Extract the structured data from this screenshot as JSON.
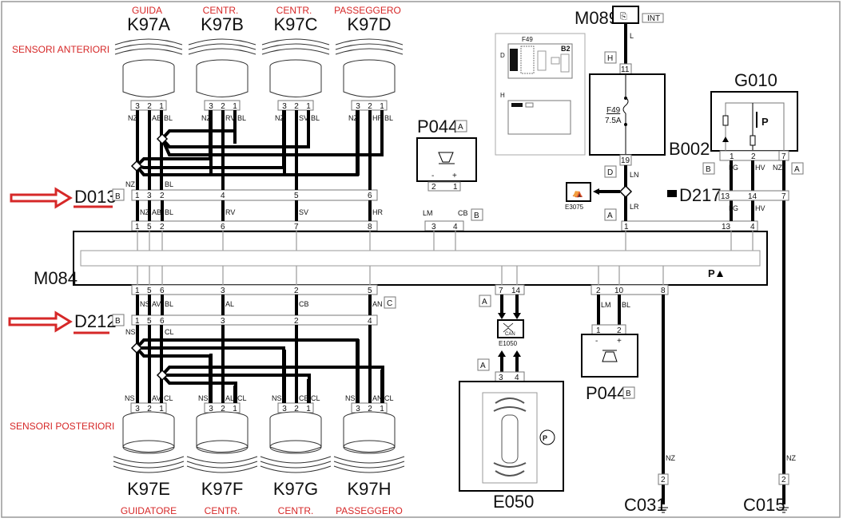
{
  "diagram": {
    "labels": {
      "front_sensors": "SENSORI ANTERIORI",
      "rear_sensors": "SENSORI POSTERIORI",
      "control_unit": "M084",
      "ground_1": "C031",
      "ground_2": "C015"
    },
    "colors": {
      "annotation_red": "#d62828",
      "wire": "#000000",
      "frame": "#999999"
    },
    "front_sensors": [
      {
        "id": "K97A",
        "pos": "GUIDA",
        "pins": [
          "3",
          "2",
          "1"
        ],
        "wires": [
          "NZ",
          "AB",
          "BL"
        ]
      },
      {
        "id": "K97B",
        "pos": "CENTR.",
        "pins": [
          "3",
          "2",
          "1"
        ],
        "wires": [
          "NZ",
          "RV",
          "BL"
        ]
      },
      {
        "id": "K97C",
        "pos": "CENTR.",
        "pins": [
          "3",
          "2",
          "1"
        ],
        "wires": [
          "NZ",
          "SV",
          "BL"
        ]
      },
      {
        "id": "K97D",
        "pos": "PASSEGGERO",
        "pins": [
          "3",
          "2",
          "1"
        ],
        "wires": [
          "NZ",
          "HR",
          "BL"
        ]
      }
    ],
    "rear_sensors": [
      {
        "id": "K97E",
        "pos": "GUIDATORE",
        "pins": [
          "3",
          "2",
          "1"
        ],
        "wires": [
          "NS",
          "AV",
          "CL"
        ]
      },
      {
        "id": "K97F",
        "pos": "CENTR.",
        "pins": [
          "3",
          "2",
          "1"
        ],
        "wires": [
          "NS",
          "AL",
          "CL"
        ]
      },
      {
        "id": "K97G",
        "pos": "CENTR.",
        "pins": [
          "3",
          "2",
          "1"
        ],
        "wires": [
          "NS",
          "CB",
          "CL"
        ]
      },
      {
        "id": "K97H",
        "pos": "PASSEGGERO",
        "pins": [
          "3",
          "2",
          "1"
        ],
        "wires": [
          "NS",
          "AN",
          "CL"
        ]
      }
    ],
    "connectors": {
      "d013": {
        "id": "D013",
        "tag": "B",
        "pins": [
          "1",
          "3",
          "2",
          "4",
          "5",
          "6"
        ],
        "wires_above": [
          "NZ",
          "BL"
        ],
        "wires_below": [
          "NZ",
          "AB",
          "BL",
          "RV",
          "SV",
          "HR"
        ]
      },
      "m084_top": {
        "pins": [
          "1",
          "5",
          "2",
          "6",
          "7",
          "8",
          "3",
          "4",
          "1",
          "13",
          "4"
        ]
      },
      "m084_bottom": {
        "pins": [
          "1",
          "5",
          "6",
          "3",
          "2",
          "5",
          "7",
          "14",
          "2",
          "10",
          "8"
        ],
        "tag": "C",
        "wires": [
          "NS",
          "AV",
          "BL",
          "AL",
          "CB",
          "AN"
        ]
      },
      "d212": {
        "id": "D212",
        "tag": "B",
        "pins": [
          "1",
          "5",
          "6",
          "3",
          "2",
          "4"
        ],
        "wires": [
          "NS",
          "CL"
        ]
      },
      "d217": {
        "id": "D217",
        "pins": [
          "13",
          "14",
          "7"
        ],
        "wires": [
          "LG",
          "HV"
        ]
      }
    },
    "p044a": {
      "id": "P044",
      "tag": "A",
      "pins": [
        "2",
        "1"
      ],
      "signs": [
        "-",
        "+"
      ],
      "wires": [
        "LM",
        "CB"
      ],
      "tag2": "B"
    },
    "p044b": {
      "id": "P044",
      "tag": "B",
      "pins": [
        "1",
        "2"
      ],
      "signs": [
        "-",
        "+"
      ],
      "wires": [
        "LM",
        "BL"
      ]
    },
    "m089": {
      "id": "M089",
      "tag": "INT",
      "wire": "L",
      "conn_tag": "H"
    },
    "b002": {
      "id": "B002",
      "fuse": "F49",
      "rating": "7.5A",
      "pin_in": "11",
      "pin_out": "19",
      "wire_out": "LN",
      "conn_tag": "D"
    },
    "e3075": {
      "id": "E3075",
      "wire": "LR",
      "conn_tag": "A"
    },
    "g010": {
      "id": "G010",
      "pins": [
        "1",
        "2",
        "7"
      ],
      "wires": [
        "LG",
        "HV",
        "NZ"
      ],
      "tags": [
        "B",
        "A"
      ]
    },
    "e1050": {
      "id": "E1050",
      "label": "CAN",
      "tag": "A"
    },
    "e050": {
      "id": "E050",
      "pins": [
        "3",
        "4"
      ],
      "tag": "A"
    },
    "grounds": [
      {
        "id": "C031",
        "pin": "2",
        "wire": "NZ"
      },
      {
        "id": "C015",
        "pin": "2",
        "wire": "NZ"
      }
    ],
    "fusebox": {
      "fuse": "F49",
      "box": "B2",
      "left": "D",
      "lower": "H"
    },
    "park_symbol": "P"
  }
}
